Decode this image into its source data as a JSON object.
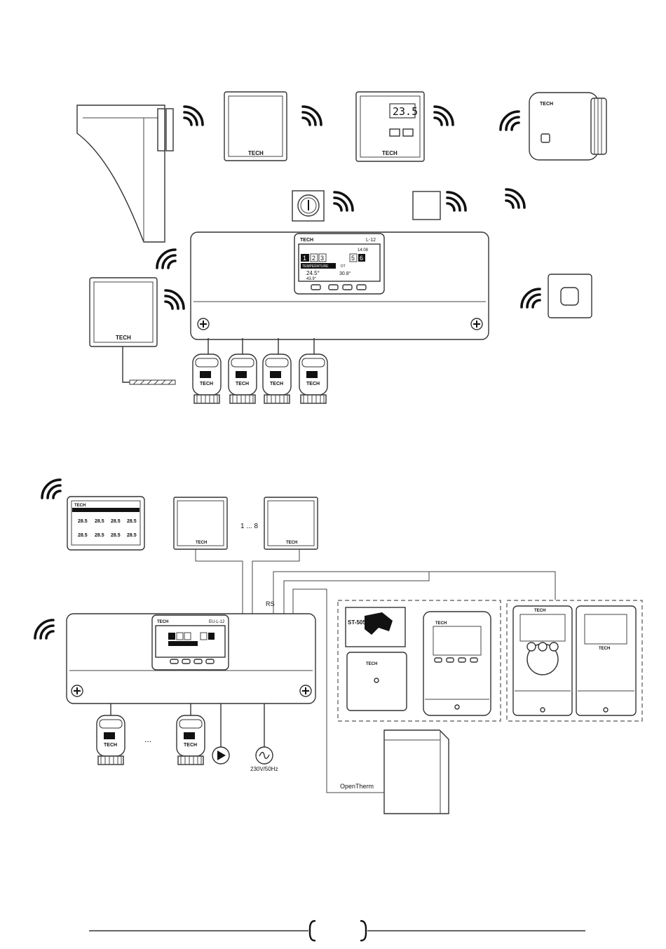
{
  "brand": "TECH",
  "diagram1": {
    "thermostat_display": "23.5",
    "controller_model": "L-12",
    "lcd_temp_label": "TEMPERATURE",
    "lcd_temp_value": "24.5°",
    "lcd_set_value": "43.9°",
    "lcd_dt_label": "DT",
    "lcd_dt_value": "30.8°",
    "lcd_time": "14:08",
    "lcd_zones_left": [
      "1",
      "2",
      "3"
    ],
    "lcd_zones_right": [
      "5",
      "6"
    ]
  },
  "diagram2": {
    "controller_model": "EU-L-12",
    "sensor_range_label": "1 ... 8",
    "rs_label": "RS",
    "opentherm_label": "OpenTherm",
    "power_label": "230V/50Hz",
    "ellipsis_label": "...",
    "module_label": "ST-505",
    "panel_temps": [
      "28.5",
      "28.5",
      "28.5",
      "28.5",
      "28.5",
      "28.5",
      "28.5",
      "28.5"
    ]
  },
  "footer": {
    "page_number": ""
  }
}
